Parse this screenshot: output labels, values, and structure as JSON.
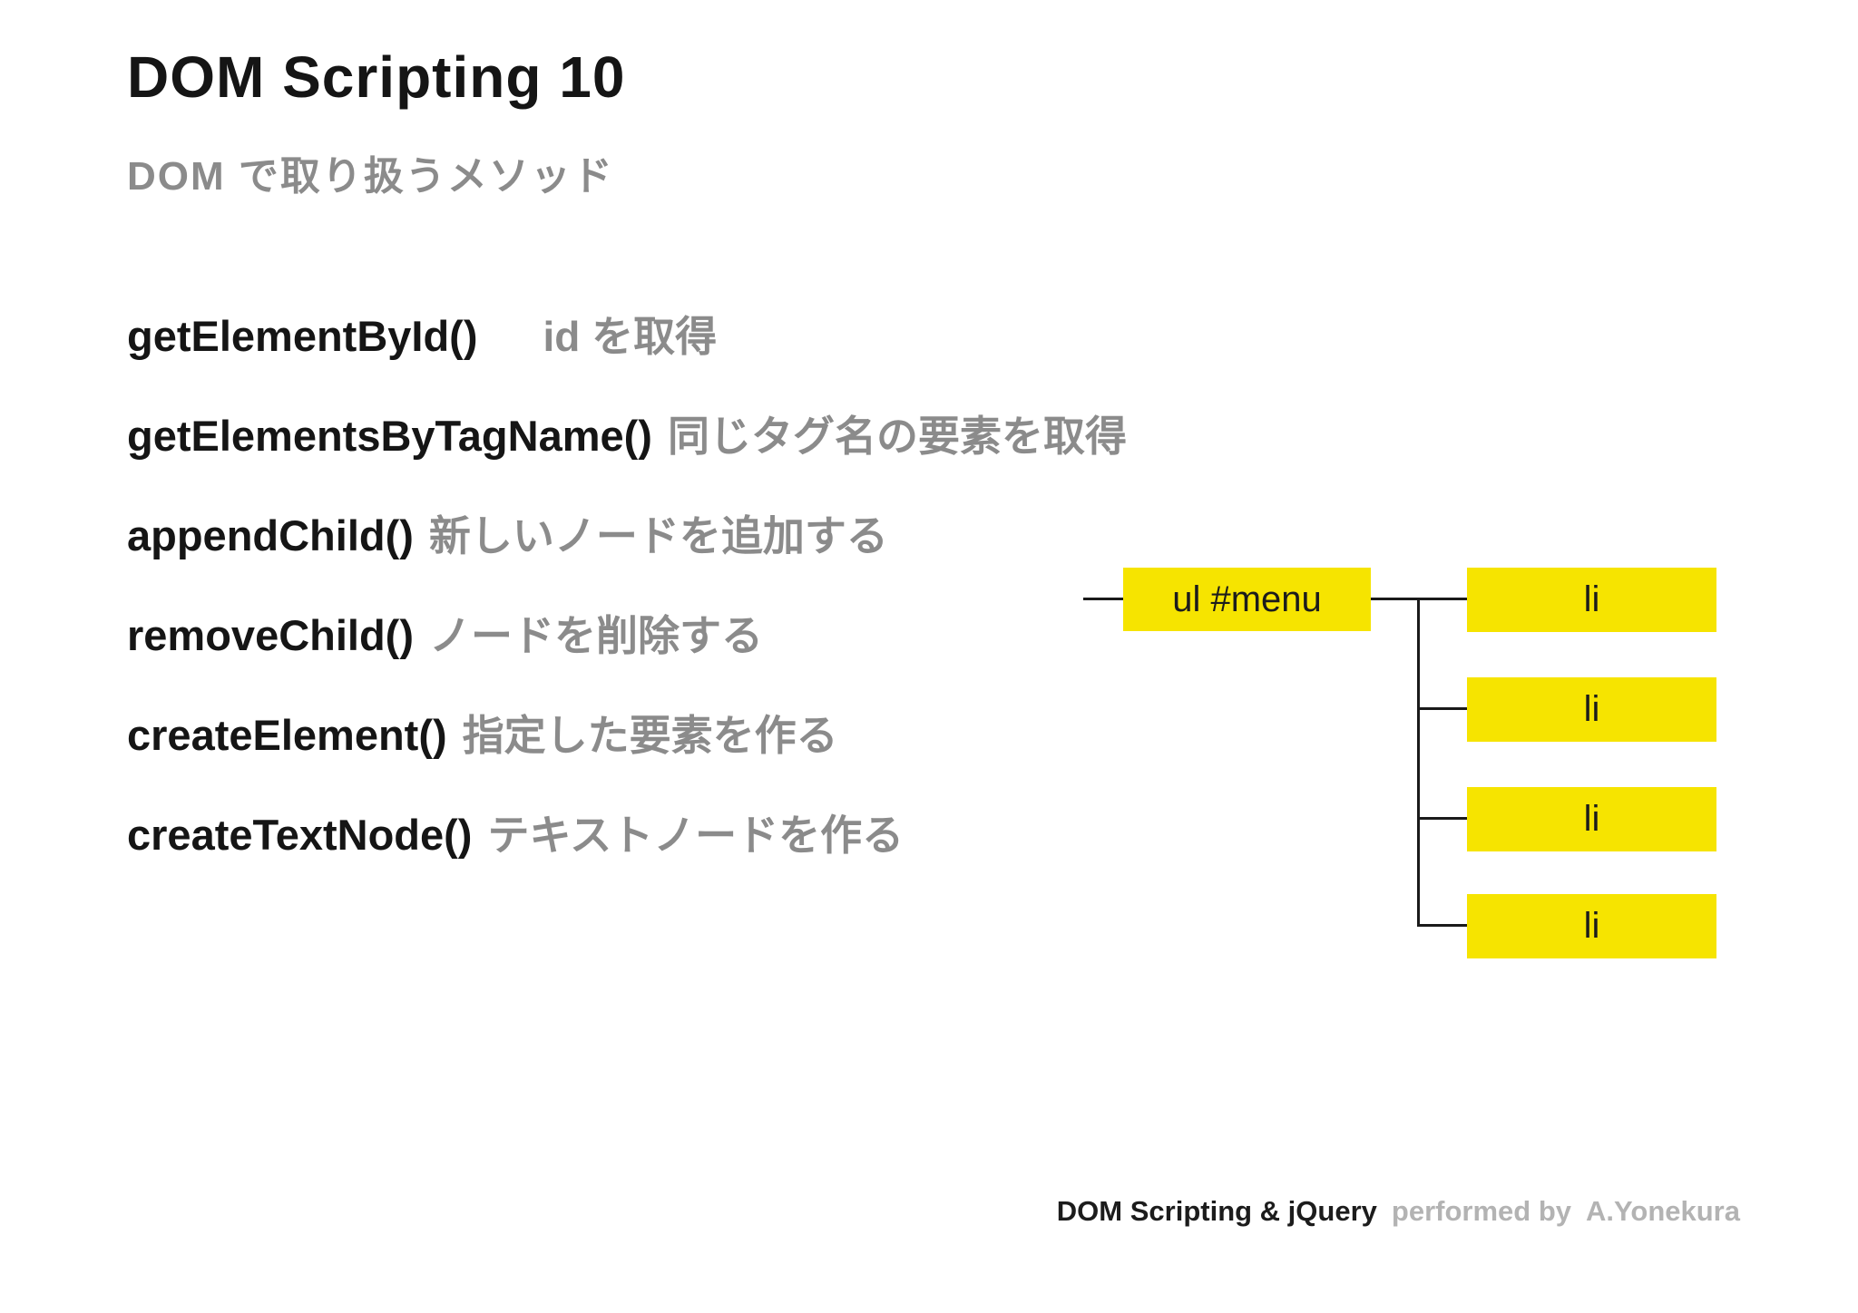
{
  "slide": {
    "title": "DOM Scripting 10",
    "subtitle": "DOM で取り扱うメソッド",
    "methods": [
      {
        "name": "getElementById()",
        "desc": "id を取得"
      },
      {
        "name": "getElementsByTagName()",
        "desc": "同じタグ名の要素を取得"
      },
      {
        "name": "appendChild()",
        "desc": "新しいノードを追加する"
      },
      {
        "name": "removeChild()",
        "desc": "ノードを削除する"
      },
      {
        "name": "createElement()",
        "desc": "指定した要素を作る"
      },
      {
        "name": "createTextNode()",
        "desc": "テキストノードを作る"
      }
    ],
    "diagram": {
      "parent_label": "ul #menu",
      "children": [
        "li",
        "li",
        "li",
        "li"
      ],
      "box_color": "#F6E400",
      "line_color": "#1a1a1a"
    },
    "footer": {
      "product": "DOM Scripting & jQuery",
      "credit": "performed by",
      "author": "A.Yonekura"
    },
    "colors": {
      "background": "#ffffff",
      "text_primary": "#151515",
      "text_secondary": "#8b8b8b",
      "footer_gray": "#b3b3b3"
    }
  }
}
